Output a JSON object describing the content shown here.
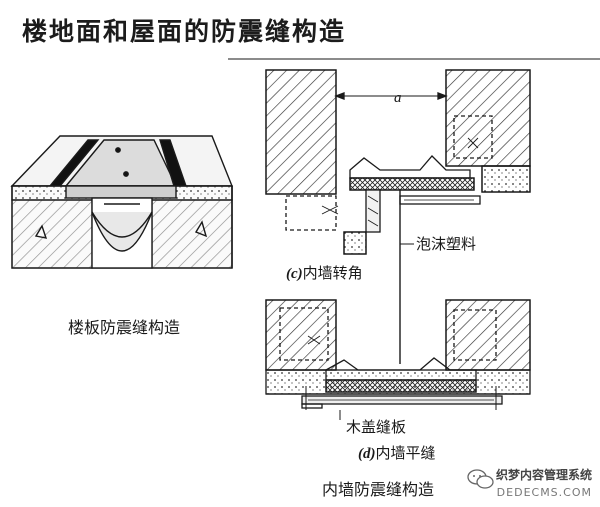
{
  "title": "楼地面和屋面的防震缝构造",
  "left_caption": "楼板防震缝构造",
  "dimension_label": "a",
  "foam_label": "泡沫塑料",
  "corner_label": {
    "prefix": "(c)",
    "text": "内墙转角"
  },
  "cover_label": "木盖缝板",
  "flat_label": {
    "prefix": "(d)",
    "text": "内墙平缝"
  },
  "bottom_caption": "内墙防震缝构造",
  "watermark": {
    "line1": "织梦内容管理系统",
    "line2": "DEDECMS.COM",
    "icon": "wechat-logo-icon"
  },
  "colors": {
    "line": "#1a1a1a",
    "hatch": "#333333",
    "rule": "#8b8b8b"
  }
}
